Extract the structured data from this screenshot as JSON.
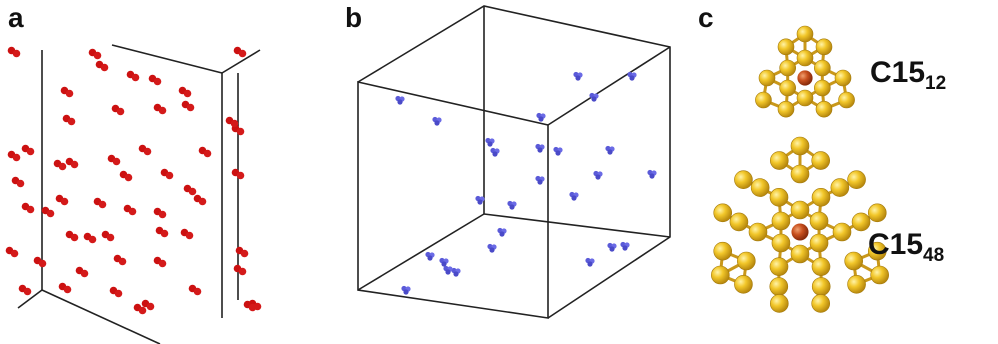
{
  "panels": {
    "a": "a",
    "b": "b",
    "c": "c"
  },
  "clusters": [
    {
      "main": "C15",
      "sub": "12"
    },
    {
      "main": "C15",
      "sub": "48"
    }
  ],
  "colors": {
    "red_atoms": "#cc1111",
    "blue_atoms": "#5a5ad8",
    "gold_atoms": "#e6b71e",
    "center_atom": "#c0481e",
    "box_lines": "#222222"
  }
}
